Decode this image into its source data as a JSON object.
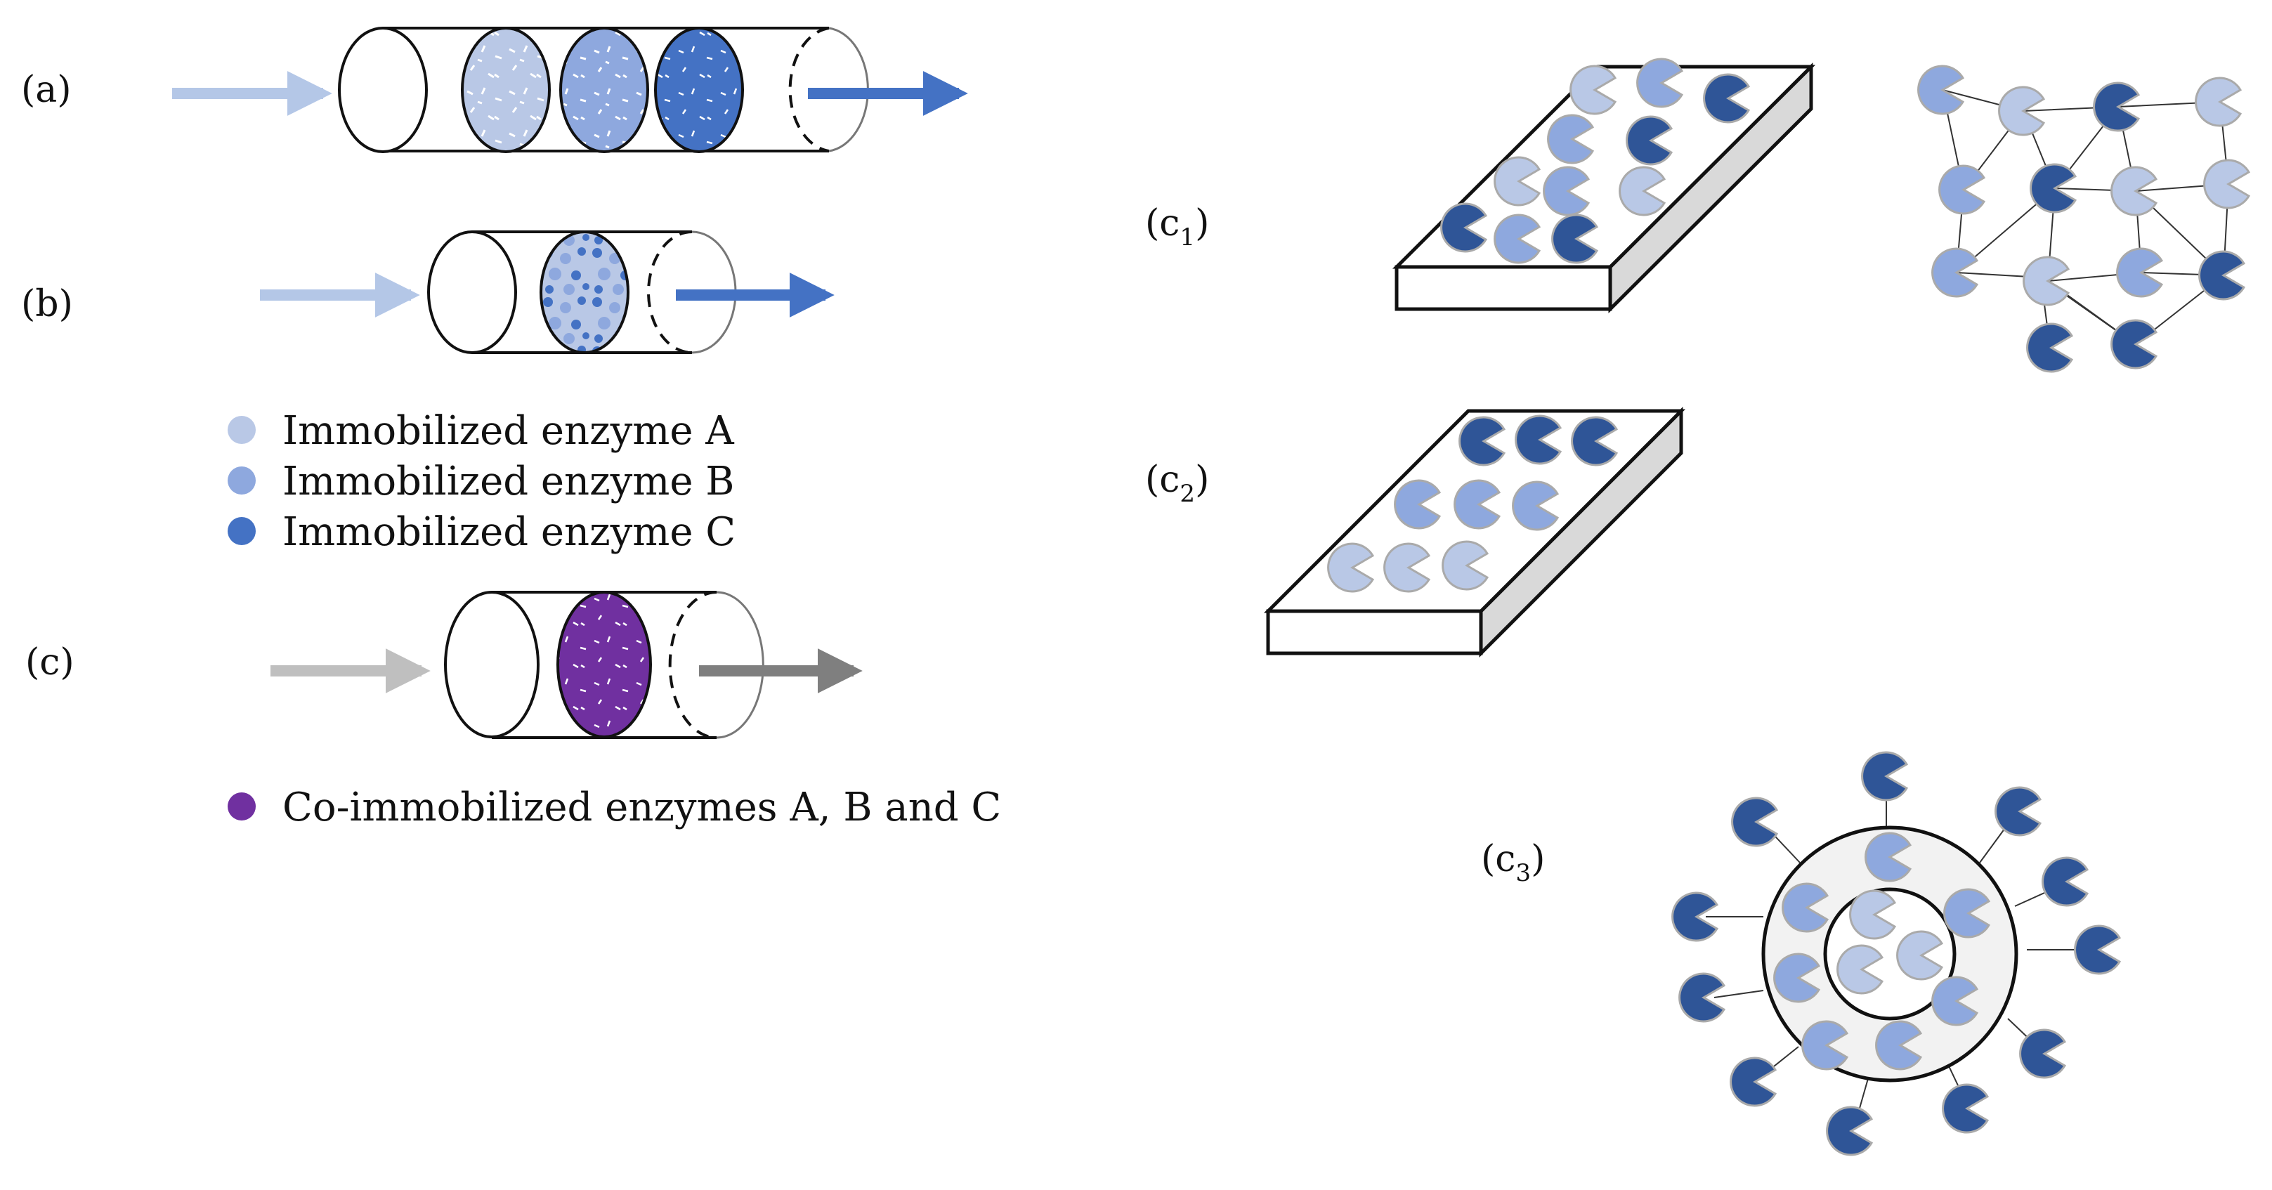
{
  "labels": {
    "a": "(a)",
    "b": "(b)",
    "c": "(c)",
    "c1": {
      "main": "(c",
      "sub": "1",
      "close": ")"
    },
    "c2": {
      "main": "(c",
      "sub": "2",
      "close": ")"
    },
    "c3": {
      "main": "(c",
      "sub": "3",
      "close": ")"
    }
  },
  "legend": [
    {
      "text": "Immobilized enzyme A",
      "color": "#b9c8e6"
    },
    {
      "text": "Immobilized enzyme B",
      "color": "#8ea8de"
    },
    {
      "text": "Immobilized enzyme C",
      "color": "#4472c4"
    }
  ],
  "legend_c": {
    "text": "Co-immobilized enzymes A, B and C",
    "color": "#7030a0"
  },
  "colors": {
    "enzyme_a": "#b9c8e6",
    "enzyme_b": "#8ea8de",
    "enzyme_c": "#2f5597",
    "arrow_in": "#b4c7e7",
    "arrow_out": "#4472c4",
    "arrow_in_gray": "#bfbfbf",
    "arrow_out_gray": "#7f7f7f",
    "co_immobilized": "#7030a0"
  }
}
